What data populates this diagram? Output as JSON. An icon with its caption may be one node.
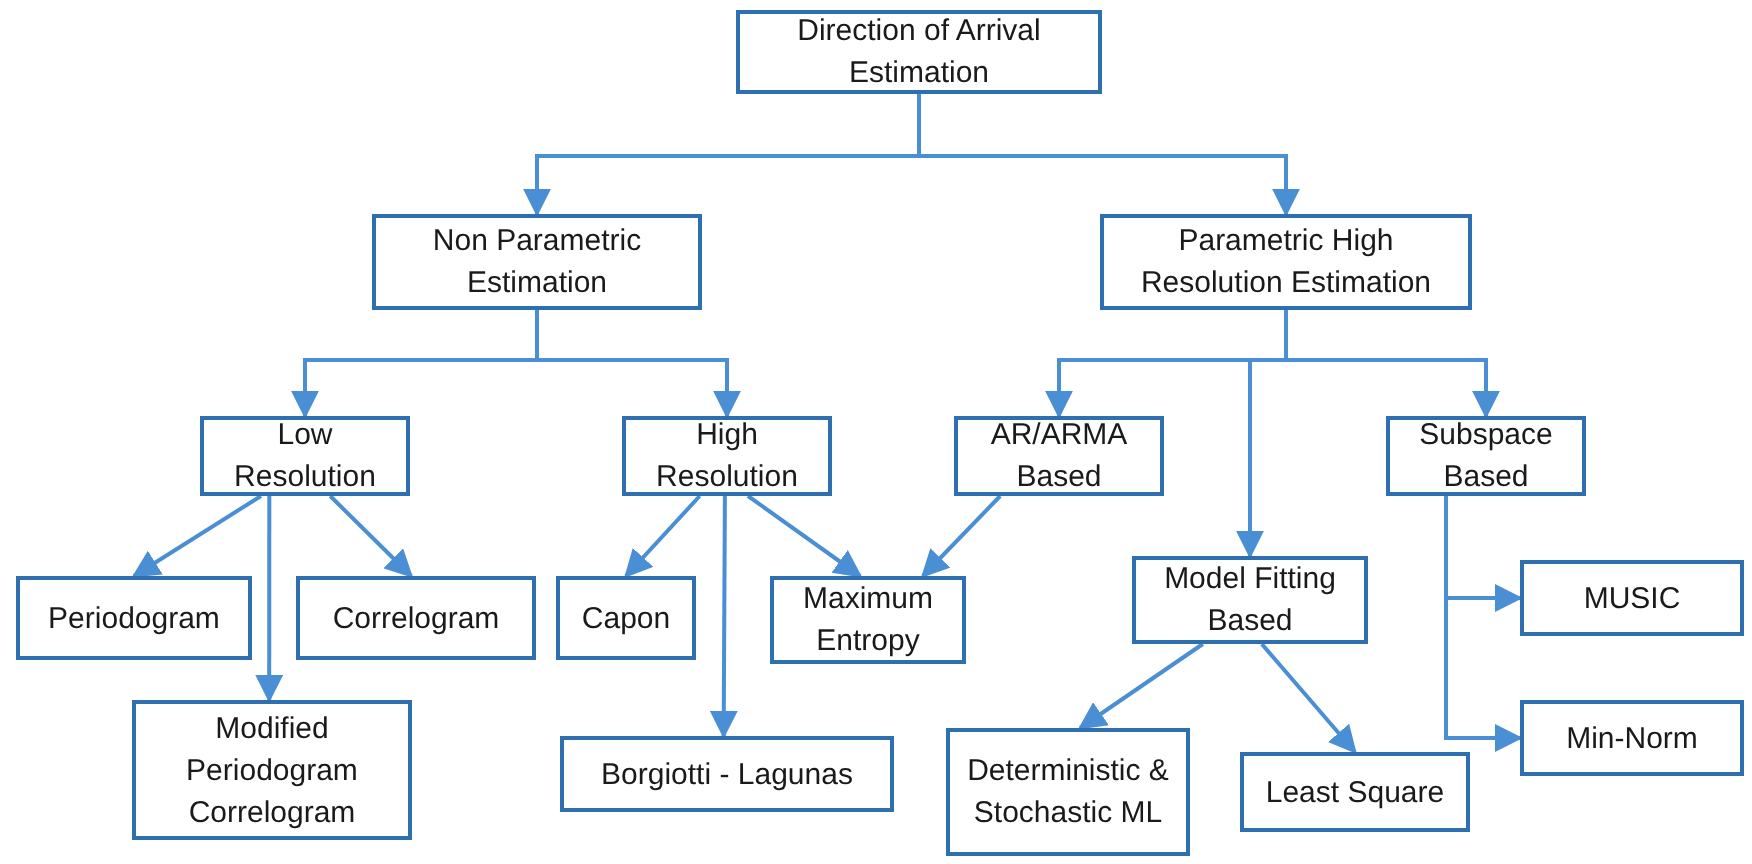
{
  "diagram": {
    "nodes": [
      {
        "text": [
          "Direction of Arrival Estimation"
        ]
      },
      {
        "text": [
          "Non Parametric Estimation"
        ]
      },
      {
        "text": [
          "Parametric High Resolution Estimation"
        ]
      },
      {
        "text": [
          "Low Resolution"
        ]
      },
      {
        "text": [
          "High Resolution"
        ]
      },
      {
        "text": [
          "AR/ARMA Based"
        ]
      },
      {
        "text": [
          "Subspace Based"
        ]
      },
      {
        "text": [
          "Periodogram"
        ]
      },
      {
        "text": [
          "Correlogram"
        ]
      },
      {
        "text": [
          "Capon"
        ]
      },
      {
        "text": [
          "Maximum Entropy"
        ]
      },
      {
        "text": [
          "Model Fitting Based"
        ]
      },
      {
        "text": [
          "Modified Periodogram Correlogram"
        ]
      },
      {
        "text": [
          "MUSIC"
        ]
      },
      {
        "text": [
          "Borgiotti - Lagunas"
        ]
      },
      {
        "text": [
          "Deterministic & Stochastic ML"
        ]
      },
      {
        "text": [
          "Least Square"
        ]
      },
      {
        "text": [
          "Min-Norm"
        ]
      }
    ],
    "edges": [
      {
        "from": 0,
        "to": 1,
        "arrow": "to"
      },
      {
        "from": 0,
        "to": 2,
        "arrow": "to"
      },
      {
        "from": 1,
        "to": 3,
        "arrow": "to"
      },
      {
        "from": 1,
        "to": 4,
        "arrow": "to"
      },
      {
        "from": 2,
        "to": 5,
        "arrow": "to"
      },
      {
        "from": 2,
        "to": 11,
        "arrow": "to"
      },
      {
        "from": 2,
        "to": 6,
        "arrow": "to"
      },
      {
        "from": 3,
        "to": 7,
        "arrow": "to"
      },
      {
        "from": 3,
        "to": 12,
        "arrow": "to"
      },
      {
        "from": 3,
        "to": 8,
        "arrow": "to"
      },
      {
        "from": 4,
        "to": 9,
        "arrow": "to"
      },
      {
        "from": 4,
        "to": 14,
        "arrow": "to"
      },
      {
        "from": 4,
        "to": 10,
        "arrow": "to"
      },
      {
        "from": 5,
        "to": 10,
        "arrow": "to"
      },
      {
        "from": 6,
        "to": 13,
        "arrow": "to"
      },
      {
        "from": 6,
        "to": 17,
        "arrow": "to"
      },
      {
        "from": 11,
        "to": 15,
        "arrow": "to"
      },
      {
        "from": 11,
        "to": 16,
        "arrow": "to"
      }
    ]
  }
}
